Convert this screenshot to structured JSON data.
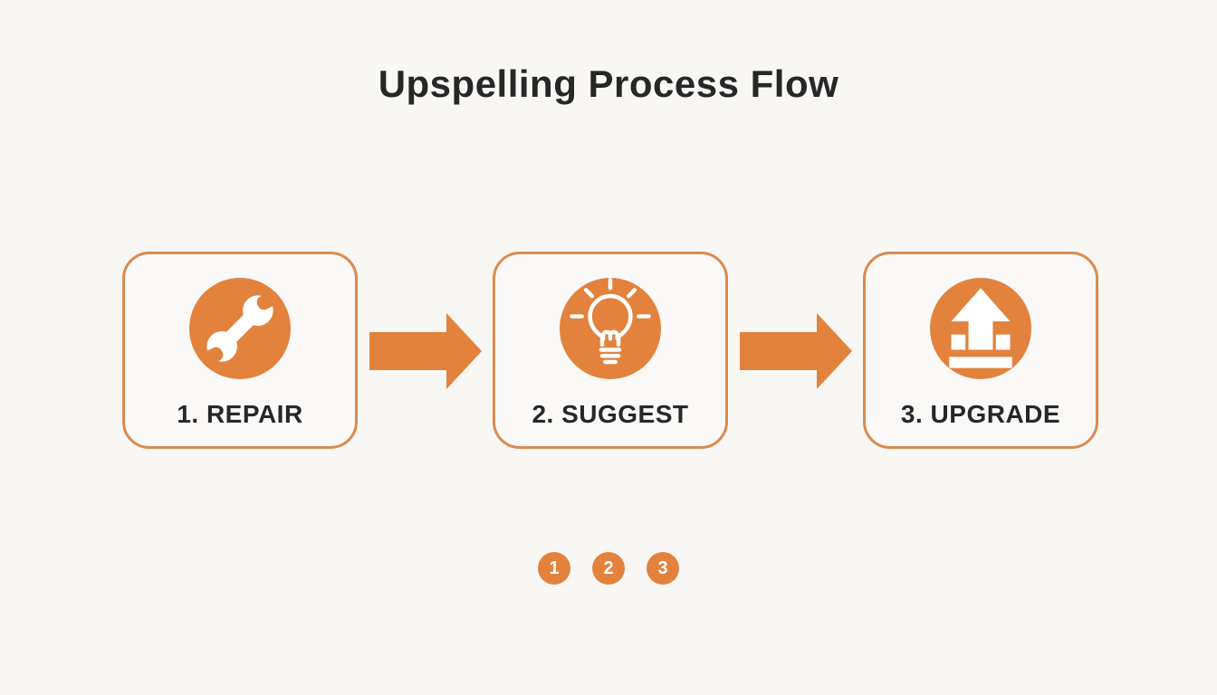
{
  "title": "Upspelling Process Flow",
  "colors": {
    "orange": "#E2823D",
    "border": "#DB8A4F",
    "bg": "#F8F7F4",
    "card-bg": "#FAF9F7",
    "text": "#272727",
    "icon-fg": "#FFFFFF"
  },
  "steps": [
    {
      "label": "1. REPAIR",
      "icon": "wrench-icon"
    },
    {
      "label": "2. SUGGEST",
      "icon": "lightbulb-icon"
    },
    {
      "label": "3. UPGRADE",
      "icon": "upgrade-arrow-icon"
    }
  ],
  "connectors": [
    {
      "icon": "right-arrow-icon"
    },
    {
      "icon": "right-arrow-icon"
    }
  ],
  "pagination_dots": [
    "1",
    "2",
    "3"
  ]
}
